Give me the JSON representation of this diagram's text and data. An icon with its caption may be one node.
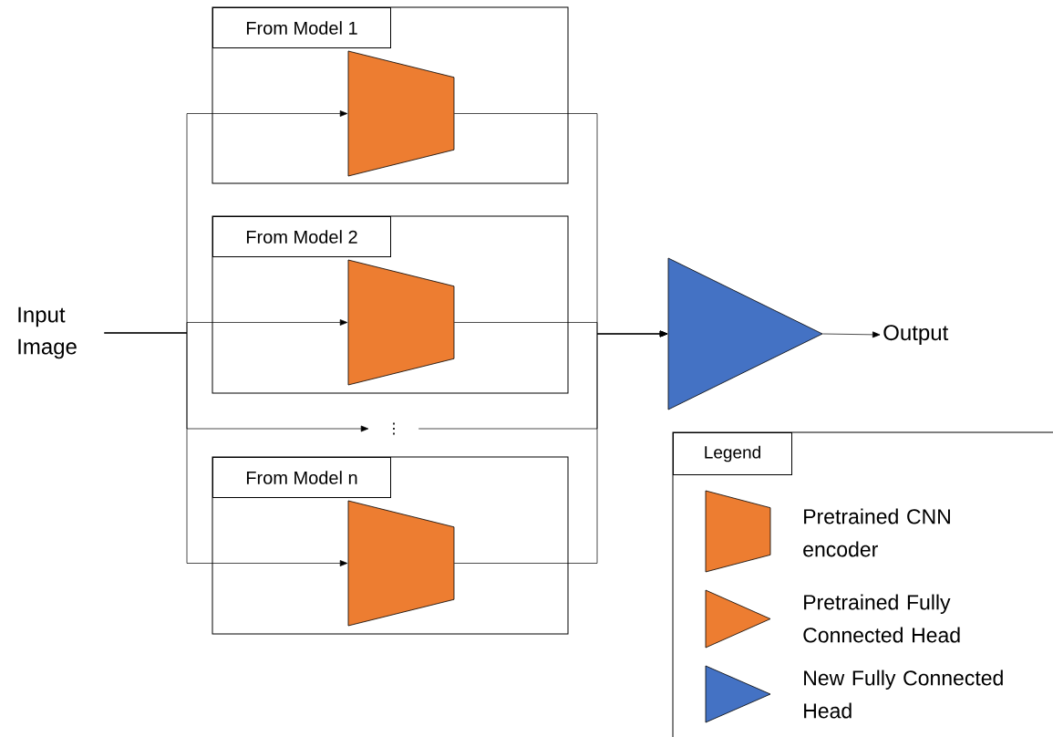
{
  "diagram": {
    "nodes": [
      {
        "text": [
          "Input Image"
        ]
      },
      {
        "text": [
          "From Model 1"
        ]
      },
      {
        "text": [],
        "shape": "trapezoid",
        "in": 1
      },
      {
        "text": [
          "From Model 2"
        ]
      },
      {
        "text": [],
        "shape": "trapezoid",
        "in": 3
      },
      {
        "text": [
          "⋮"
        ]
      },
      {
        "text": [
          "From Model n"
        ]
      },
      {
        "text": [],
        "shape": "trapezoid",
        "in": 6
      },
      {
        "text": [],
        "shape": "triangle"
      },
      {
        "text": [
          "Output"
        ]
      }
    ],
    "edges": [
      {
        "from": 0,
        "to": 2,
        "arrow": "to"
      },
      {
        "from": 0,
        "to": 4,
        "arrow": "to"
      },
      {
        "from": 0,
        "to": 5,
        "arrow": "to"
      },
      {
        "from": 0,
        "to": 7,
        "arrow": "to"
      },
      {
        "from": 2,
        "to": 8,
        "arrow": "to"
      },
      {
        "from": 4,
        "to": 8,
        "arrow": "to"
      },
      {
        "from": 5,
        "to": 8,
        "arrow": "to"
      },
      {
        "from": 7,
        "to": 8,
        "arrow": "to"
      },
      {
        "from": 8,
        "to": 9,
        "arrow": "to"
      }
    ],
    "labels": [
      "Legend"
    ],
    "legend": [
      {
        "text": "Pretrained CNN encoder"
      },
      {
        "text": "Pretrained Fully Connected Head"
      },
      {
        "text": "New Fully Connected Head"
      }
    ]
  }
}
